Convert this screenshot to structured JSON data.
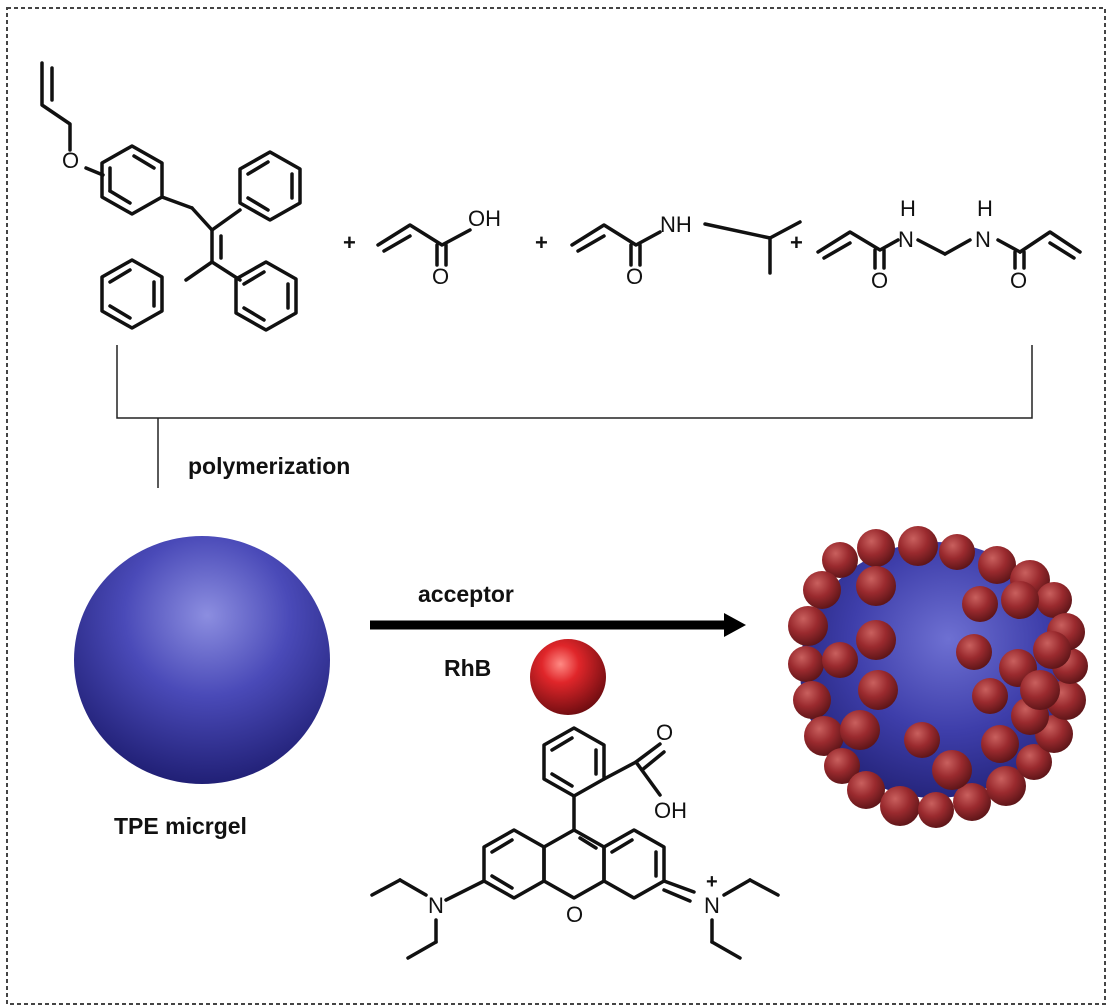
{
  "labels": {
    "polymerization": "polymerization",
    "acceptor": "acceptor",
    "rhb": "RhB",
    "tpe_microgel": "TPE micrgel"
  },
  "atoms": {
    "o_allyl": "O",
    "oh_acrylic": "OH",
    "o_acrylic": "O",
    "nh_nipam": "NH",
    "o_nipam": "O",
    "h_left": "H",
    "n_left": "N",
    "h_right": "H",
    "n_right": "N",
    "o_bis_left": "O",
    "o_bis_right": "O",
    "o_carbonyl_rhb": "O",
    "oh_rhb": "OH",
    "o_xanthene": "O",
    "n_left_rhb": "N",
    "n_right_rhb": "N"
  },
  "signs": {
    "plus1": "+",
    "plus2": "+",
    "plus3": "+",
    "charge_rhb": "+"
  },
  "colors": {
    "microgel": "#2c2b8f",
    "microgel_highlight": "#7f80d8",
    "acceptor_red": "#b3282b",
    "acceptor_dark": "#7e1f24",
    "border": "#444444",
    "line": "#111111"
  }
}
